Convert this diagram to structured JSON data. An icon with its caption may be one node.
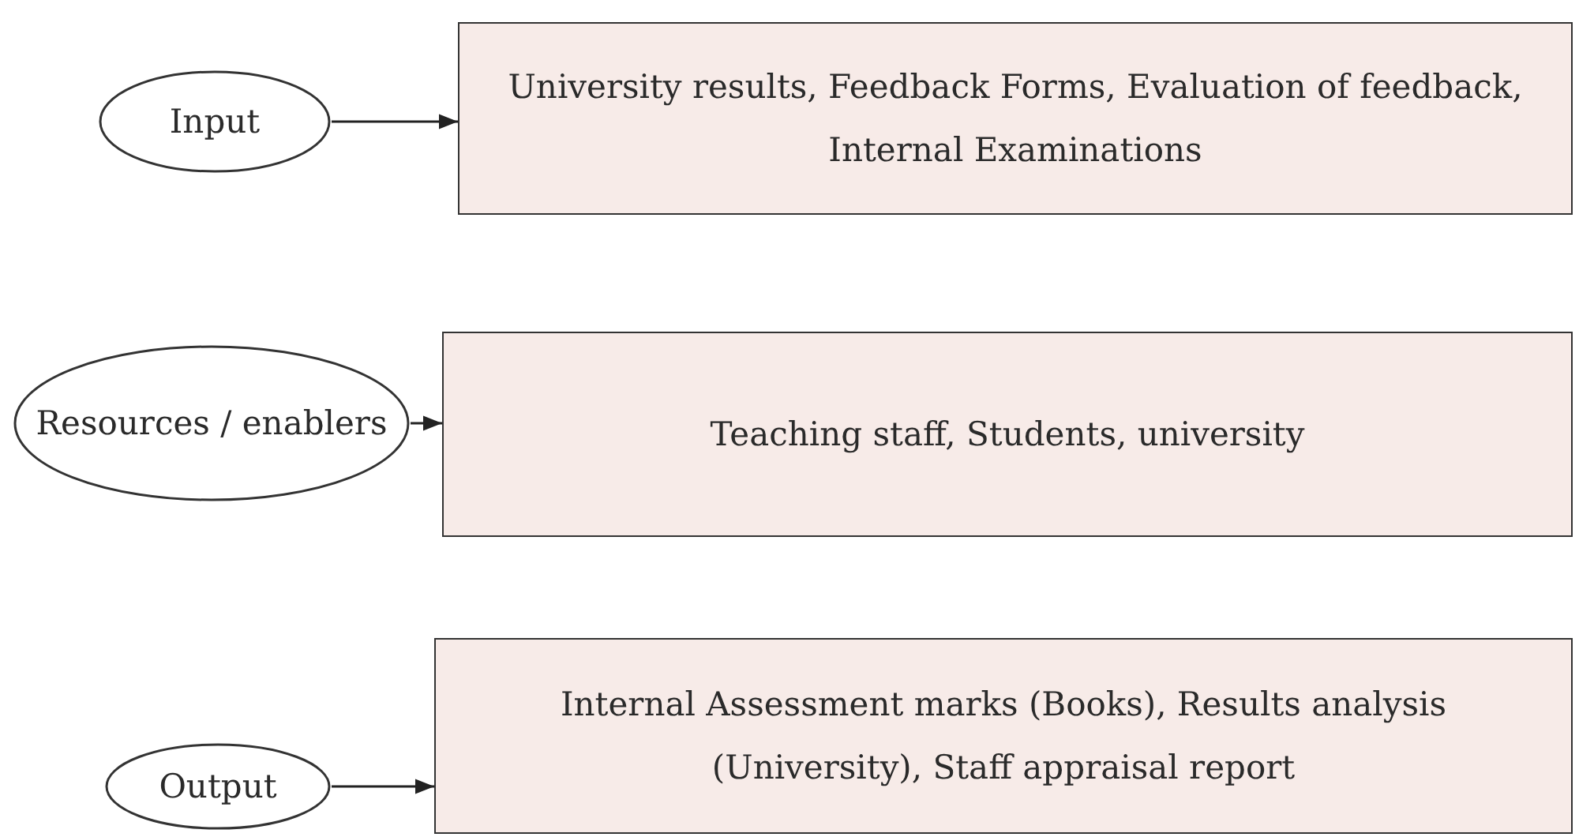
{
  "diagram": {
    "nodes": [
      {
        "text": [
          "Input"
        ]
      },
      {
        "text": [
          "University results, Feedback Forms, Evaluation of feedback, Internal Examinations"
        ]
      },
      {
        "text": [
          "Resources / enablers"
        ]
      },
      {
        "text": [
          "Teaching staff, Students, university"
        ]
      },
      {
        "text": [
          "Output"
        ]
      },
      {
        "text": [
          "Internal Assessment marks (Books), Results analysis (University), Staff appraisal report"
        ]
      }
    ],
    "edges": [
      {
        "from": 0,
        "to": 1,
        "arrow": "to"
      },
      {
        "from": 2,
        "to": 3,
        "arrow": "to"
      },
      {
        "from": 4,
        "to": 5,
        "arrow": "to"
      }
    ]
  }
}
